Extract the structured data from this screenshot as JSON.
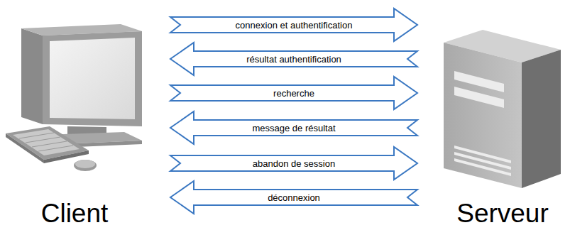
{
  "diagram": {
    "nodes": [
      {
        "text": [
          "Client"
        ]
      },
      {
        "text": [
          "Serveur"
        ]
      }
    ],
    "edges": [
      {
        "from": 0,
        "to": 1,
        "label": "connexion et authentification",
        "arrow": "to"
      },
      {
        "from": 1,
        "to": 0,
        "label": "résultat authentification",
        "arrow": "to"
      },
      {
        "from": 0,
        "to": 1,
        "label": "recherche",
        "arrow": "to"
      },
      {
        "from": 1,
        "to": 0,
        "label": "message de résultat",
        "arrow": "to"
      },
      {
        "from": 0,
        "to": 1,
        "label": "abandon de session",
        "arrow": "to"
      },
      {
        "from": 1,
        "to": 0,
        "label": "déconnexion",
        "arrow": "to"
      }
    ]
  }
}
